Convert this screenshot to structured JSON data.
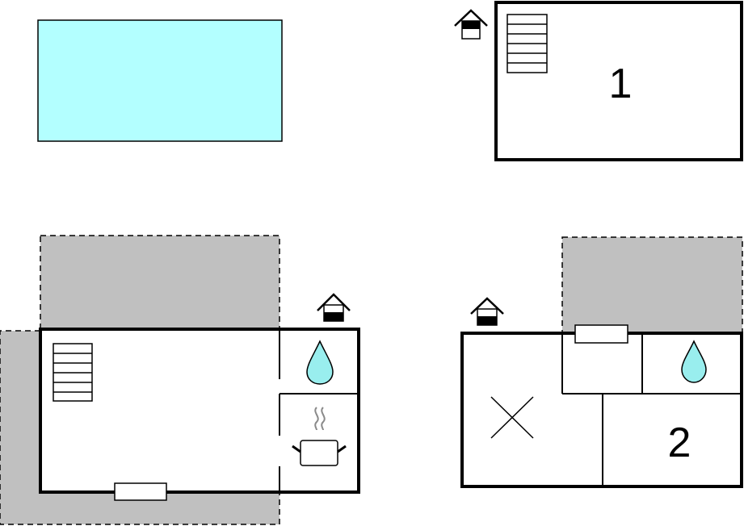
{
  "diagram": {
    "type": "floor-plan",
    "colors": {
      "background": "#ffffff",
      "wall": "#000000",
      "pool": "#b3ffff",
      "terrace": "#c0c0c0",
      "water_drop": "#99eeee",
      "steam": "#8a8a8a"
    },
    "elements": {
      "pool": {
        "label": ""
      },
      "bedroom_1": {
        "number": "1",
        "features": [
          "stairs-icon",
          "entrance-icon"
        ]
      },
      "ground_floor_left": {
        "features": [
          "stairs-icon",
          "entrance-icon",
          "bathroom-water-drop-icon",
          "kitchen-cooking-pot-icon",
          "window-icon"
        ]
      },
      "ground_floor_right": {
        "number": "2",
        "features": [
          "entrance-icon",
          "window-icon",
          "bathroom-water-drop-icon",
          "x-mark-icon"
        ]
      }
    }
  }
}
